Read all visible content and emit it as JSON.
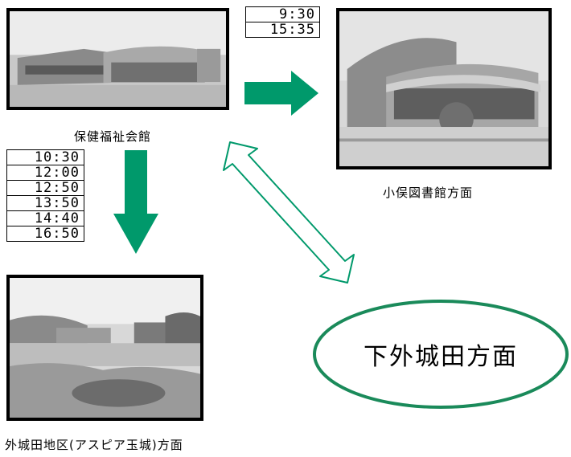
{
  "hall": {
    "name": "保健福祉会館",
    "photo": "welfare-hall-photo"
  },
  "library": {
    "name": "小俣図書館方面",
    "photo": "library-photo",
    "times": [
      "9:30",
      "15:35"
    ]
  },
  "aspia": {
    "name": "外城田地区(アスピア玉城)方面",
    "photo": "aspia-photo",
    "times": [
      "10:30",
      "12:00",
      "12:50",
      "13:50",
      "14:40",
      "16:50"
    ]
  },
  "shimogeda": {
    "name": "下外城田方面"
  },
  "colors": {
    "arrow": "#00996b",
    "oval": "#1a8a5a",
    "frame": "#000000"
  }
}
